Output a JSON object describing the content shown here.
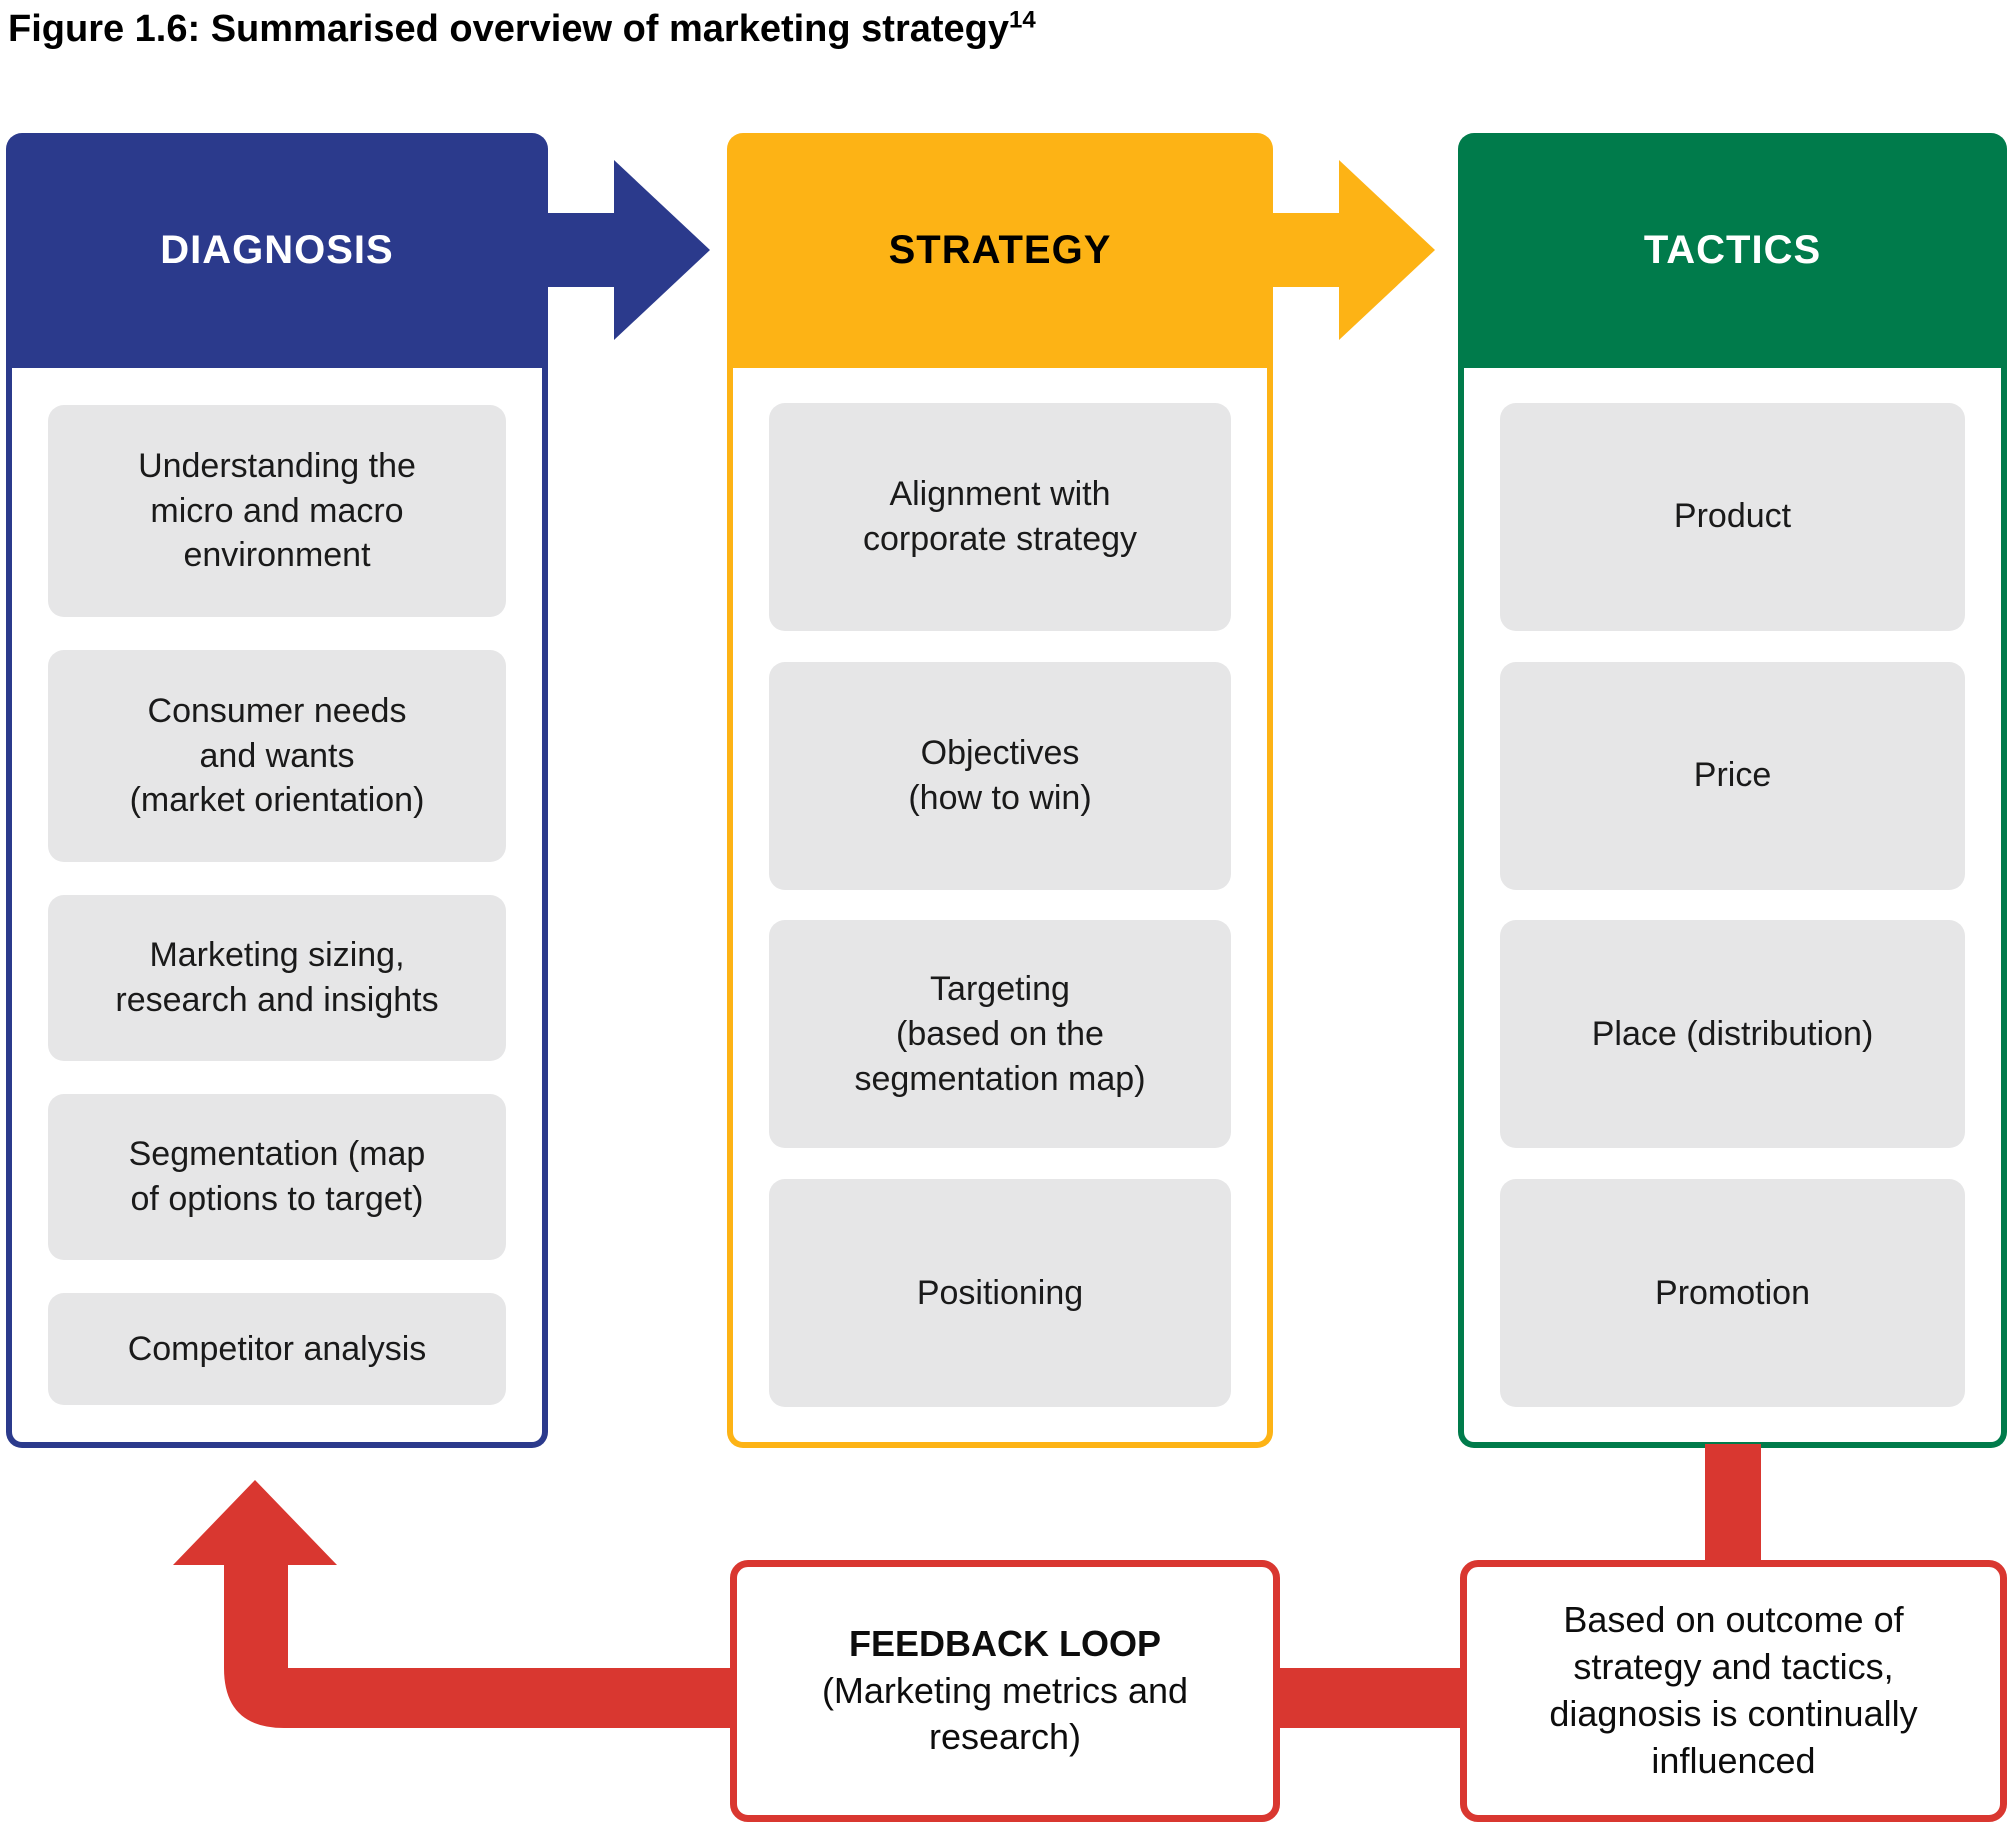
{
  "title": {
    "text": "Figure 1.6: Summarised overview of marketing strategy",
    "footnote_ref": "14"
  },
  "palette": {
    "diagnosis_blue": "#2B3A8C",
    "strategy_yellow": "#FDB315",
    "tactics_green": "#007B4B",
    "feedback_red": "#D93730",
    "item_gray": "#E6E6E7",
    "body_white": "#FFFFFF",
    "text_black": "#000000"
  },
  "columns": [
    {
      "key": "diagnosis",
      "header": "DIAGNOSIS",
      "items": [
        {
          "lines": [
            "Understanding the",
            "micro and macro",
            "environment"
          ]
        },
        {
          "lines": [
            "Consumer needs",
            "and wants",
            "(market orientation)"
          ]
        },
        {
          "lines": [
            "Marketing sizing,",
            "research and insights"
          ]
        },
        {
          "lines": [
            "Segmentation (map",
            "of options to target)"
          ]
        },
        {
          "lines": [
            "Competitor analysis"
          ]
        }
      ]
    },
    {
      "key": "strategy",
      "header": "STRATEGY",
      "items": [
        {
          "lines": [
            "Alignment with",
            "corporate strategy"
          ]
        },
        {
          "lines": [
            "Objectives",
            "(how to win)"
          ]
        },
        {
          "lines": [
            "Targeting",
            "(based on the",
            "segmentation map)"
          ]
        },
        {
          "lines": [
            "Positioning"
          ]
        }
      ]
    },
    {
      "key": "tactics",
      "header": "TACTICS",
      "items": [
        {
          "lines": [
            "Product"
          ]
        },
        {
          "lines": [
            "Price"
          ]
        },
        {
          "lines": [
            "Place (distribution)"
          ]
        },
        {
          "lines": [
            "Promotion"
          ]
        }
      ]
    }
  ],
  "feedback": {
    "loop_box": {
      "title": "FEEDBACK LOOP",
      "lines": [
        "(Marketing metrics and",
        "research)"
      ]
    },
    "note_box": {
      "lines": [
        "Based on outcome of",
        "strategy and tactics,",
        "diagnosis is continually",
        "influenced"
      ]
    }
  }
}
